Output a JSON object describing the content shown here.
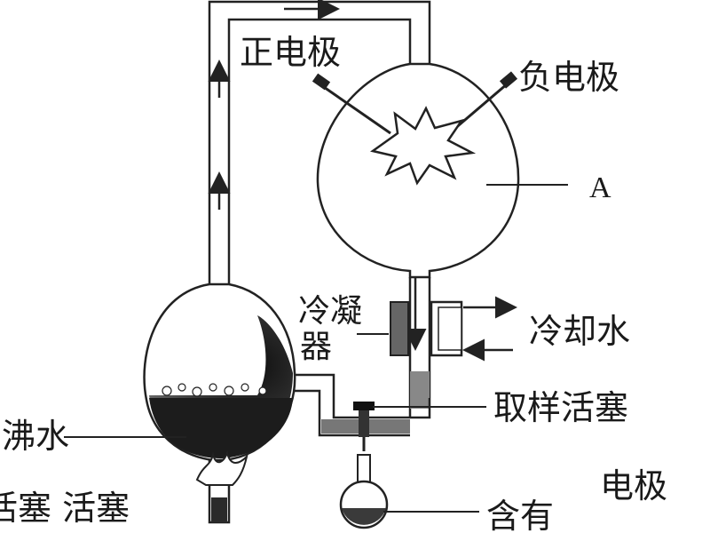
{
  "diagram": {
    "labels": {
      "positive_electrode": "正电极",
      "negative_electrode": "负电极",
      "flask_a": "A",
      "condenser_line1": "冷凝",
      "condenser_line2": "器",
      "cooling_water": "冷却水",
      "sampling_stopcock": "取样活塞",
      "boiling_water": "沸水",
      "stopcock_bottom": "活塞 活塞",
      "contains": "含有",
      "electrode_fragment": "电极"
    },
    "colors": {
      "line": "#222222",
      "liquid_dark": "#1c1c1c",
      "liquid_mid": "#555555",
      "background": "#ffffff"
    }
  }
}
